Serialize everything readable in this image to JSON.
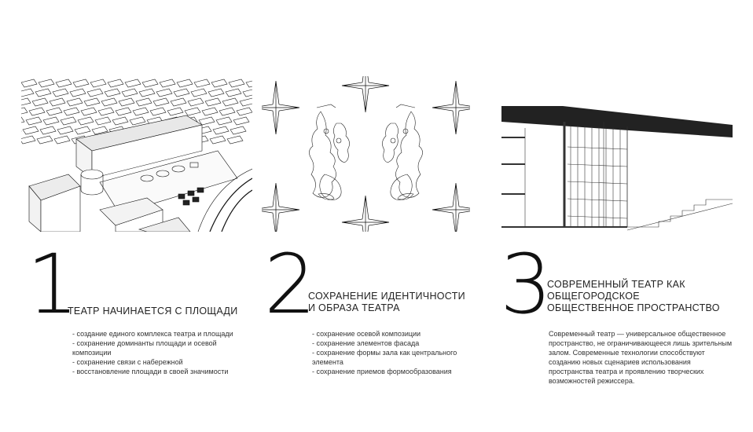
{
  "sections": [
    {
      "number": "1",
      "heading": "ТЕАТР НАЧИНАЕТСЯ С ПЛОЩАДИ",
      "image_icon": "city-block-axonometric",
      "points": [
        "- создание единого комплекса театра и площади",
        "- сохранение доминанты площади и осевой композиции",
        "- сохранение связи с набережной",
        "- восстановление площади в своей значимости"
      ]
    },
    {
      "number": "2",
      "heading": "СОХРАНЕНИЕ ИДЕНТИЧНОСТИ И ОБРАЗА ТЕАТРА",
      "image_icon": "facade-ornament-sculptures",
      "points": [
        "- сохранение осевой композиции",
        "- сохранение элементов фасада",
        "- сохранение формы зала как центрального элемента",
        "- сохранение приемов формообразования"
      ]
    },
    {
      "number": "3",
      "heading": "СОВРЕМЕННЫЙ ТЕАТР КАК ОБЩЕГОРОДСКОЕ ОБЩЕСТВЕННОЕ ПРОСТРАНСТВО",
      "image_icon": "building-section",
      "body": "Современный театр — универсальное общественное пространство, не ограничивающееся лишь зрительным залом. Современные технологии способствуют созданию новых сценариев использования пространства театра и проявлению творческих возможностей режиссера."
    }
  ]
}
